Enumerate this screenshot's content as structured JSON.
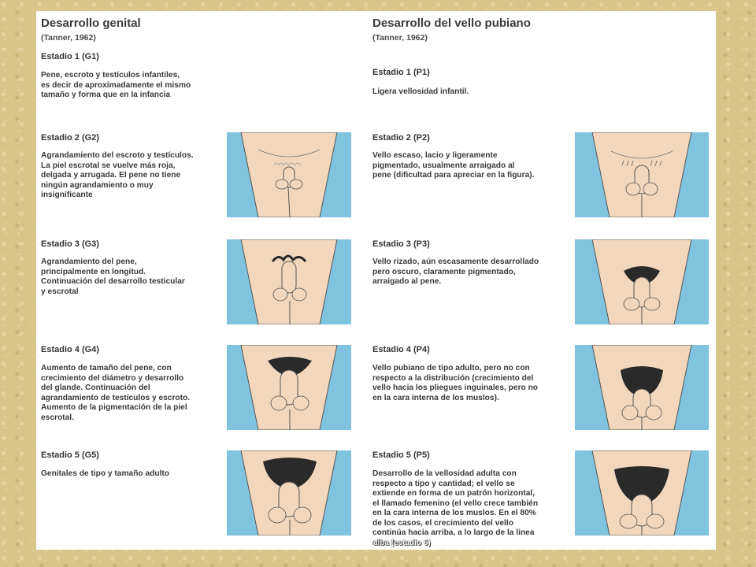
{
  "genital": {
    "title": "Desarrollo genital",
    "citation": "(Tanner, 1962)",
    "stages": [
      {
        "title": "Estadio 1 (G1)",
        "description": "Pene, escroto y testículos infantiles,\nes decir de aproximadamente el mismo\ntamaño y forma que en la infancia"
      },
      {
        "title": "Estadio 2 (G2)",
        "description": "Agrandamiento del escroto y testículos.\nLa piel escrotal se vuelve más roja,\ndelgada y arrugada. El pene no tiene\nningún agrandamiento o muy\ninsignificante"
      },
      {
        "title": "Estadio 3 (G3)",
        "description": "Agrandamiento del pene,\nprincipalmente en longitud.\nContinuación del desarrollo testicular\ny escrotal"
      },
      {
        "title": "Estadio 4 (G4)",
        "description": "Aumento de tamaño del pene, con\ncrecimiento del diámetro y desarrollo\ndel glande. Continuación del\nagrandamiento de testículos y escroto.\nAumento de la pigmentación de la piel\nescrotal."
      },
      {
        "title": "Estadio 5 (G5)",
        "description": "Genitales de tipo y tamaño adulto"
      }
    ]
  },
  "pubic": {
    "title": "Desarrollo del vello pubiano",
    "citation": "(Tanner, 1962)",
    "stages": [
      {
        "title": "Estadio 1 (P1)",
        "description": "Ligera vellosidad infantil."
      },
      {
        "title": "Estadio 2 (P2)",
        "description": "Vello escaso, lacio y ligeramente\npigmentado, usualmente arraigado al\npene (dificultad para apreciar en la figura)."
      },
      {
        "title": "Estadio 3 (P3)",
        "description": "Vello rizado, aún escasamente desarrollado\npero oscuro, claramente pigmentado,\narraigado al pene."
      },
      {
        "title": "Estadio 4 (P4)",
        "description": "Vello pubiano de tipo adulto, pero no con\nrespecto a la distribución (crecimiento del\nvello hacia los pliegues inguinales, pero no\nen la cara interna de los muslos)."
      },
      {
        "title": "Estadio 5 (P5)",
        "description": "Desarrollo de la vellosidad adulta con\nrespecto a tipo y cantidad; el vello se\nextiende en forma de un patrón horizontal,\nel llamado femenino (el vello crece también\nen la cara interna de los muslos. En el 80%\nde los casos, el crecimiento del vello\ncontinúa hacia arriba, a lo largo de la linea\nalba (estadio 6)"
      }
    ]
  },
  "overlay_caption": "alba (estadio 6)",
  "colors": {
    "frame": "#d9c48a",
    "skin": "#f2d7bd",
    "background_blue": "#7fc3df",
    "hair": "#2a2a2a"
  }
}
